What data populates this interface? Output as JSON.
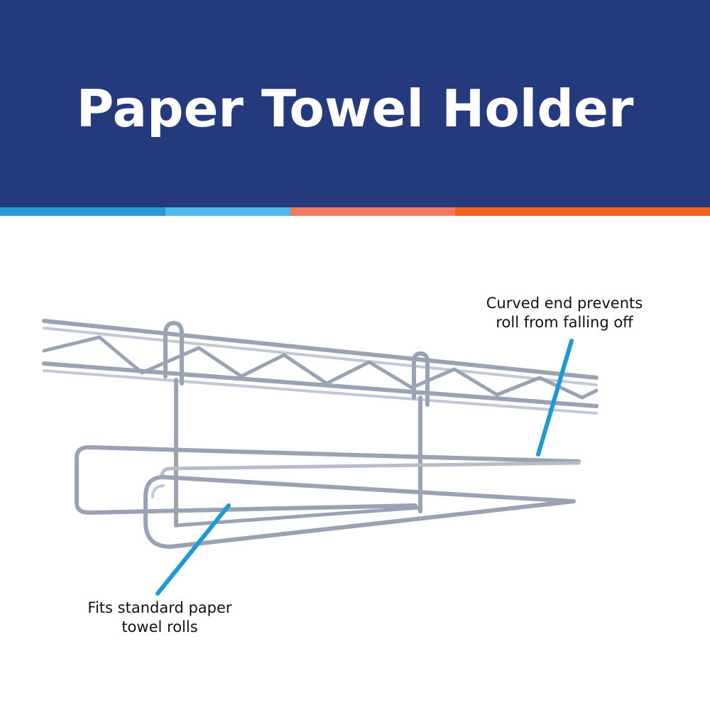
{
  "header": {
    "title": "Paper Towel Holder",
    "background_color": "#253a7d",
    "stripe_colors": [
      "#2a9ad6",
      "#4fb9ea",
      "#f27a5e",
      "#f2601c"
    ]
  },
  "callouts": {
    "curved_end": {
      "line1": "Curved end prevents",
      "line2": "roll from falling off"
    },
    "fits_rolls": {
      "line1": "Fits standard paper",
      "line2": "towel rolls"
    }
  },
  "colors": {
    "callout_line": "#1d9ad6",
    "wire": "#9aa3b3"
  }
}
